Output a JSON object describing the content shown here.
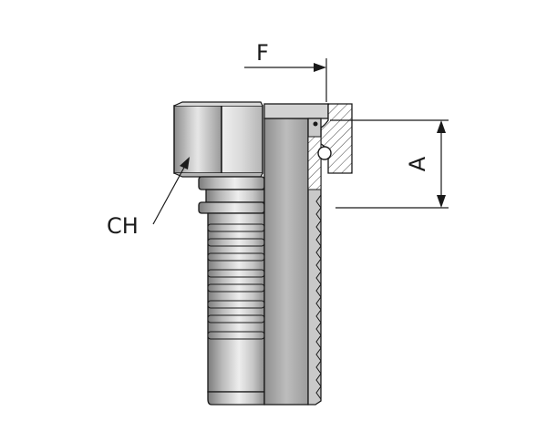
{
  "labels": {
    "f": "F",
    "a": "A",
    "ch": "CH"
  },
  "colors": {
    "outline": "#1a1a1a",
    "metal_light": "#f0f0f0",
    "metal_mid": "#b8b8b8",
    "metal_dark": "#7a7a7a",
    "bore": "#a7a7a7",
    "hatch": "#444444",
    "background": "#ffffff"
  }
}
